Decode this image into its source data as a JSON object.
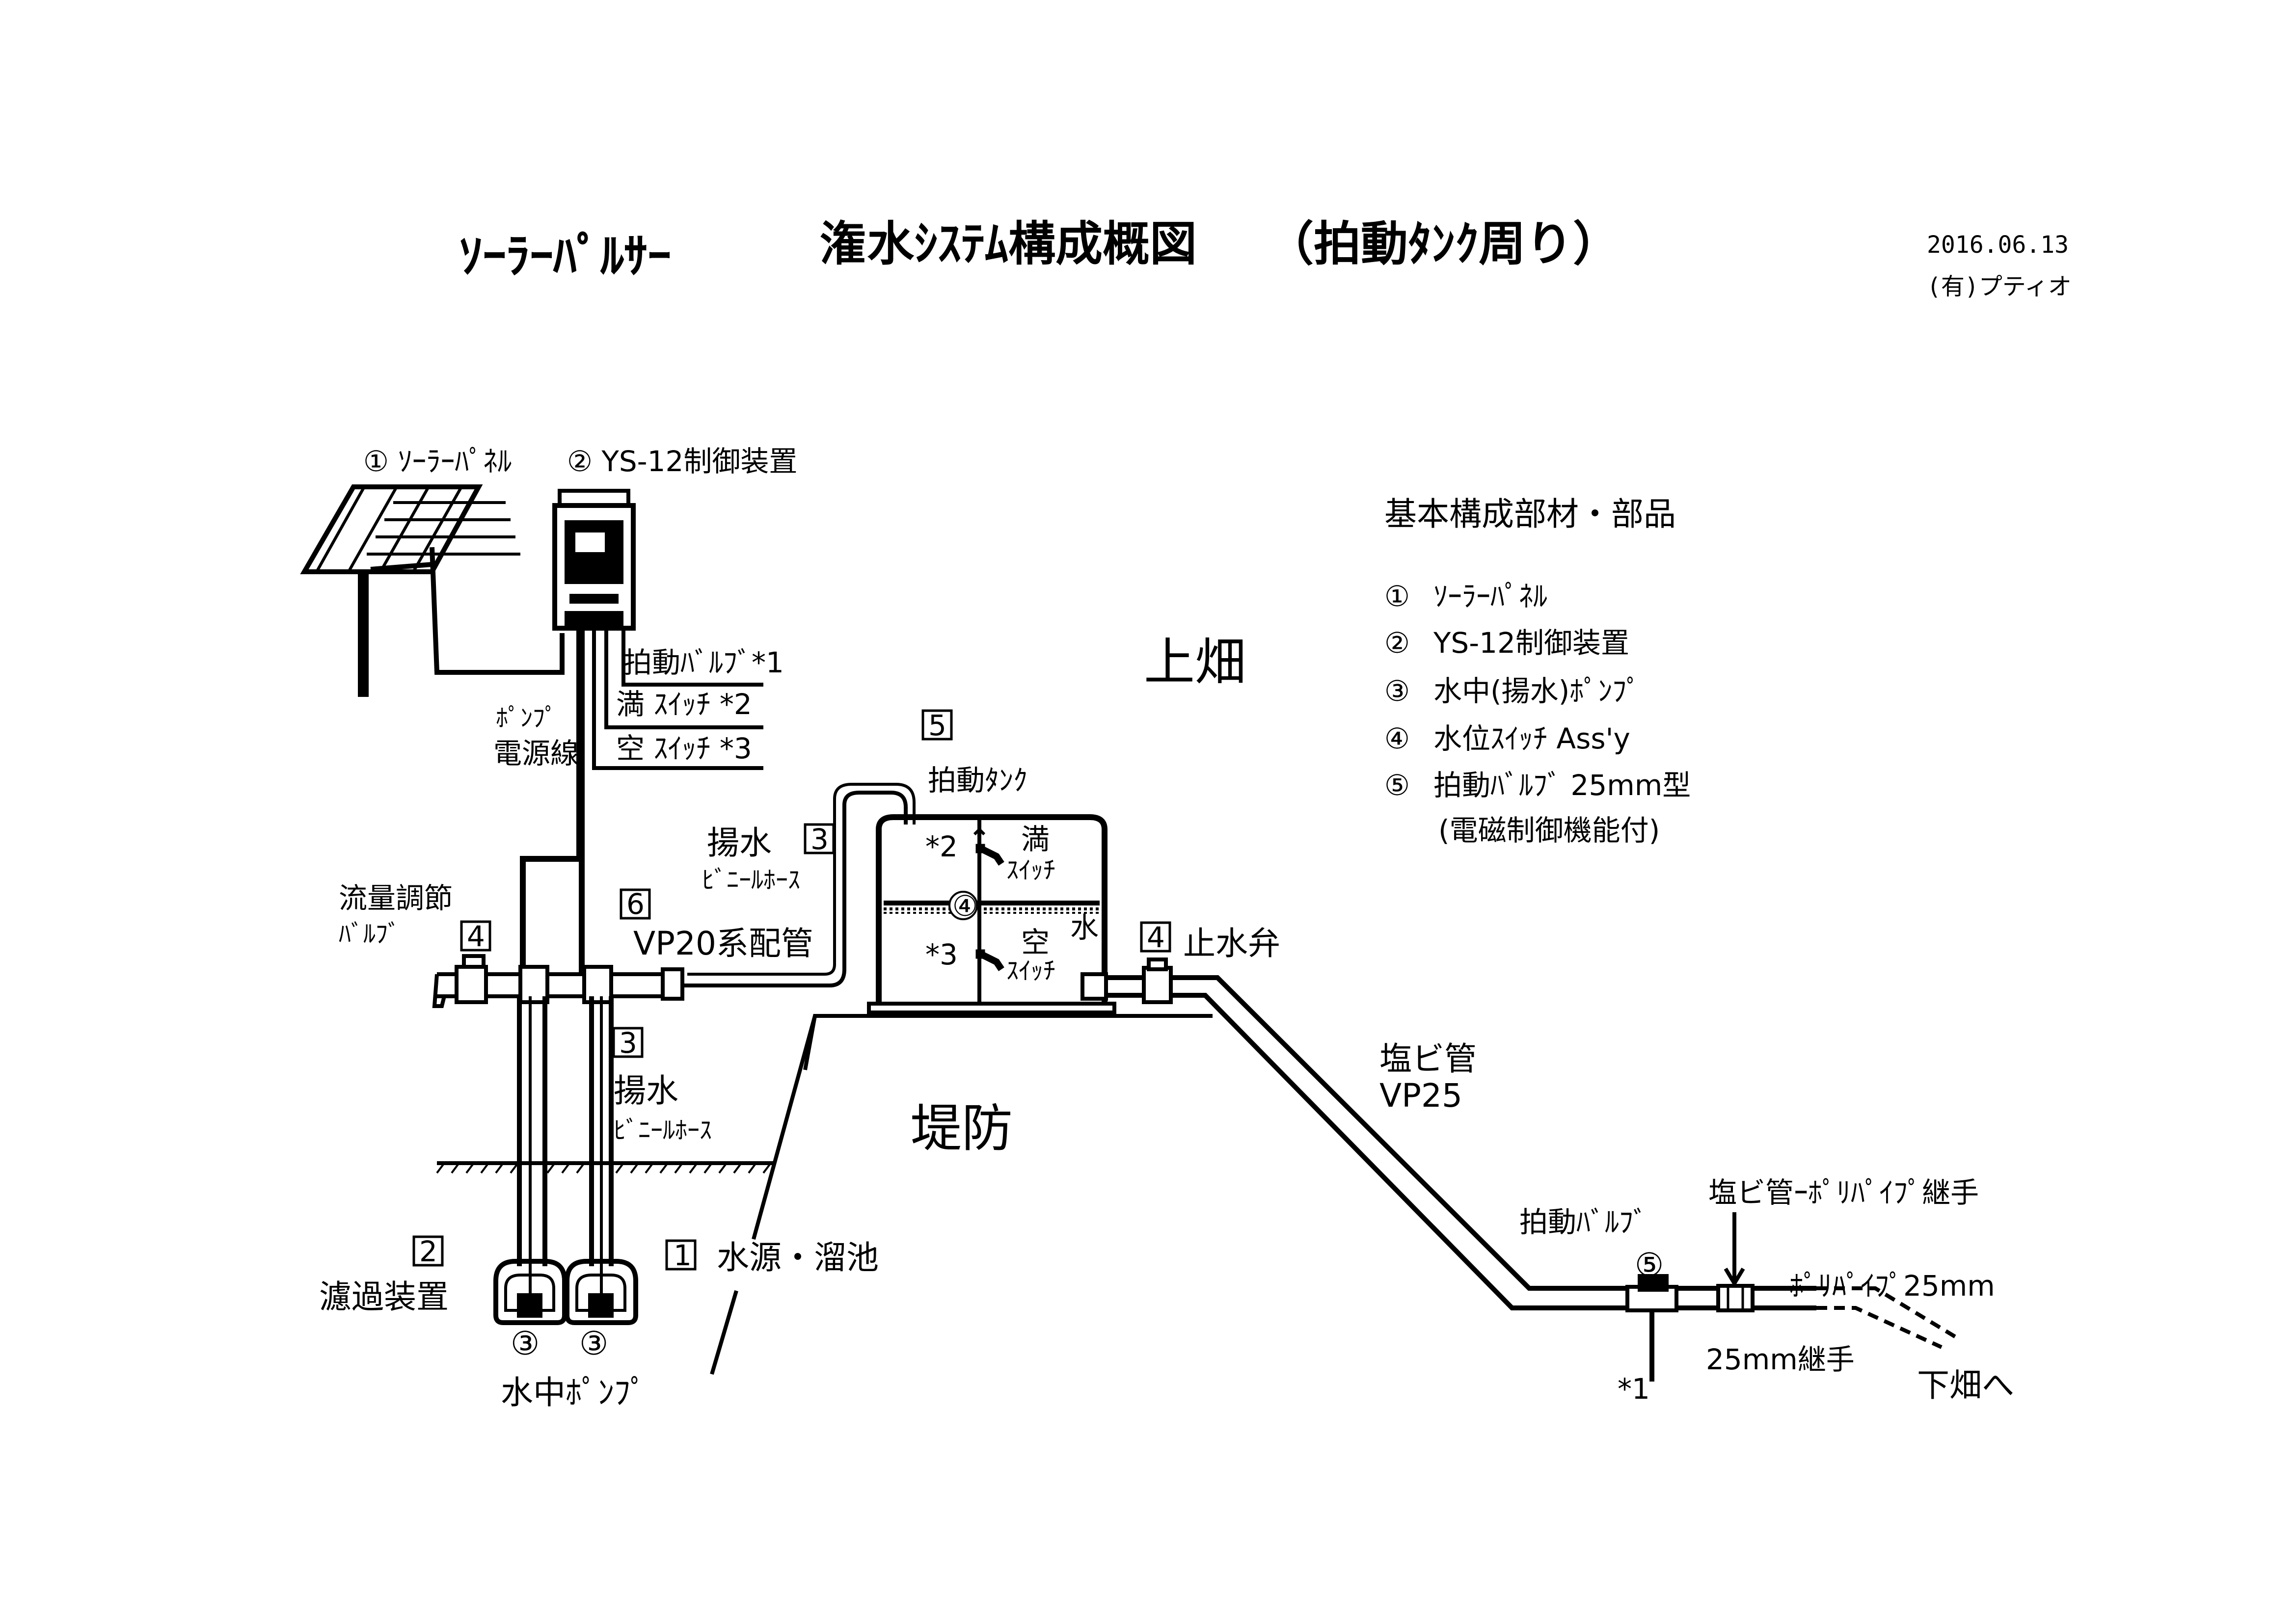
{
  "header": {
    "title_left": "ｿｰﾗｰﾊﾟﾙｻｰ",
    "title_main": "潅水ｼｽﾃﾑ構成概図",
    "title_sub": "（拍動ﾀﾝｸ周り）",
    "date": "2016.06.13",
    "company": "(有)プティオ"
  },
  "parts_list": {
    "heading": "基本構成部材・部品",
    "items": [
      {
        "num": "①",
        "label": "ｿｰﾗｰﾊﾟﾈﾙ"
      },
      {
        "num": "②",
        "label": "YS-12制御装置"
      },
      {
        "num": "③",
        "label": "水中(揚水)ﾎﾟﾝﾌﾟ"
      },
      {
        "num": "④",
        "label": "水位ｽｲｯﾁ Ass'y"
      },
      {
        "num": "⑤",
        "label": "拍動ﾊﾞﾙﾌﾞ 25mm型"
      }
    ],
    "note": "(電磁制御機能付)"
  },
  "labels": {
    "solar_panel": "① ｿｰﾗｰﾊﾟﾈﾙ",
    "controller": "② YS-12制御装置",
    "pulse_valve_wire": "拍動ﾊﾞﾙﾌﾞ*1",
    "full_switch": "満 ｽｲｯﾁ *2",
    "empty_switch": "空 ｽｲｯﾁ  *3",
    "pump_power_1": "ﾎﾟﾝﾌﾟ",
    "pump_power_2": "電源線",
    "upper_field": "上畑",
    "pulse_tank_num": "5",
    "pulse_tank": "拍動ﾀﾝｸ",
    "pump_hose_top_1": "揚水",
    "pump_hose_top_num": "3",
    "pump_hose_top_2": "ﾋﾞﾆｰﾙﾎｰｽ",
    "flow_valve_1": "流量調節",
    "flow_valve_2": "ﾊﾞﾙﾌﾞ",
    "flow_valve_num": "4",
    "vp20_num": "6",
    "vp20": "VP20系配管",
    "tank_full_star": "*2",
    "tank_full_1": "満",
    "tank_full_2": "ｽｲｯﾁ",
    "tank_switch_num": "④",
    "tank_empty_star": "*3",
    "tank_empty_1": "空",
    "tank_empty_2": "ｽｲｯﾁ",
    "tank_water": "水",
    "stop_valve_num": "4",
    "stop_valve": "止水弁",
    "pvc_pipe_1": "塩ビ管",
    "pvc_pipe_2": "VP25",
    "levee": "堤防",
    "pump_hose_low_num": "3",
    "pump_hose_low_1": "揚水",
    "pump_hose_low_2": "ﾋﾞﾆｰﾙﾎｰｽ",
    "filter_num": "2",
    "filter": "濾過装置",
    "pump_left_num": "③",
    "pump_right_num": "③",
    "submersible_pump": "水中ﾎﾟﾝﾌﾟ",
    "water_source_num": "1",
    "water_source": "水源・溜池",
    "pulse_valve": "拍動ﾊﾞﾙﾌﾞ",
    "pulse_valve_num": "⑤",
    "star1": "*1",
    "joint": "塩ビ管ｰﾎﾟﾘﾊﾟｲﾌﾟ継手",
    "poly_pipe": "ﾎﾟﾘﾊﾟｲﾌﾟ25mm",
    "joint_25": "25mm継手",
    "to_lower_field": "下畑へ"
  }
}
